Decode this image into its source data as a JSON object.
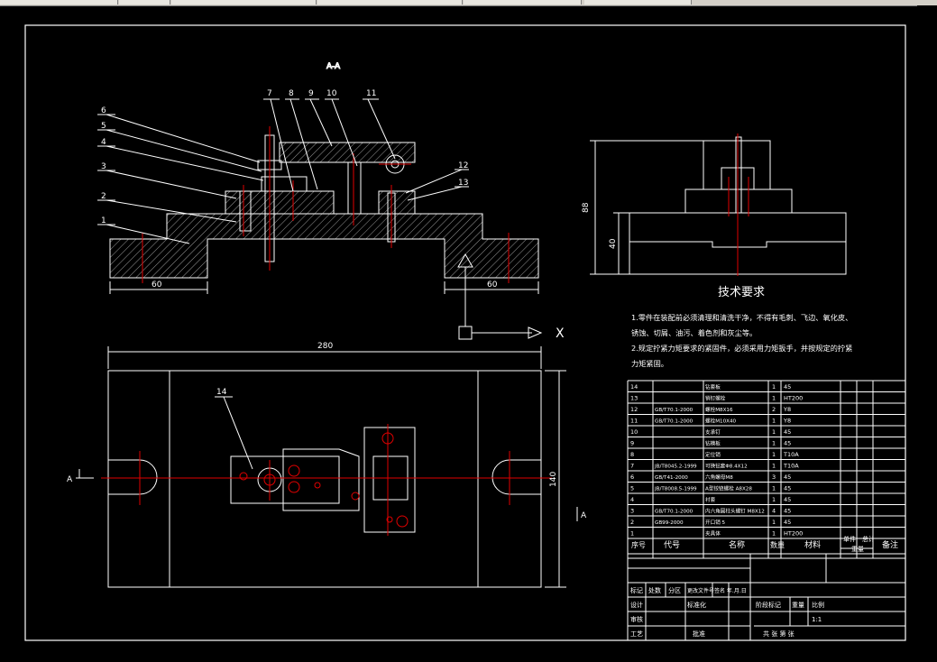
{
  "section_label": "A-A",
  "view_marker": "A",
  "axis_x": "X",
  "balloons": [
    "6",
    "5",
    "4",
    "3",
    "2",
    "1",
    "7",
    "8",
    "9",
    "10",
    "11",
    "12",
    "13",
    "14"
  ],
  "dims": {
    "left_60": "60",
    "right_60": "60",
    "height_88": "88",
    "height_40": "40",
    "width_280": "280",
    "height_140": "140"
  },
  "tech": {
    "title": "技术要求",
    "line1": "1.零件在装配前必须清理和清洗干净，不得有毛刺、飞边、氧化皮、",
    "line2": "锈蚀、切屑、油污、着色剂和灰尘等。",
    "line3": "2.规定拧紧力矩要求的紧固件，必须采用力矩扳手，并按规定的拧紧",
    "line4": "力矩紧固。"
  },
  "bom": {
    "header": {
      "seq": "序号",
      "code": "代号",
      "name": "名称",
      "qty": "数量",
      "material": "材料",
      "unit_w": "单件",
      "total_w": "总计",
      "weight": "重量",
      "remark": "备注"
    },
    "rows": [
      {
        "seq": "14",
        "code": "",
        "name": "钻套板",
        "qty": "1",
        "mat": "45"
      },
      {
        "seq": "13",
        "code": "",
        "name": "销钉螺栓",
        "qty": "1",
        "mat": "HT200"
      },
      {
        "seq": "12",
        "code": "GB/T70.1-2000",
        "name": "螺栓M8X16",
        "qty": "2",
        "mat": "Y8"
      },
      {
        "seq": "11",
        "code": "GB/T70.1-2000",
        "name": "螺栓M10X40",
        "qty": "1",
        "mat": "Y8"
      },
      {
        "seq": "10",
        "code": "",
        "name": "支承钉",
        "qty": "1",
        "mat": "45"
      },
      {
        "seq": "9",
        "code": "",
        "name": "钻模板",
        "qty": "1",
        "mat": "45"
      },
      {
        "seq": "8",
        "code": "",
        "name": "定位销",
        "qty": "1",
        "mat": "T10A"
      },
      {
        "seq": "7",
        "code": "JB/T8045.2-1999",
        "name": "可换钻套Φ8.4X12",
        "qty": "1",
        "mat": "T10A"
      },
      {
        "seq": "6",
        "code": "GB/T41-2000",
        "name": "六角螺母M8",
        "qty": "3",
        "mat": "45"
      },
      {
        "seq": "5",
        "code": "JB/T8008.5-1999",
        "name": "A型铰链螺栓 A8X28",
        "qty": "1",
        "mat": "45"
      },
      {
        "seq": "4",
        "code": "",
        "name": "衬套",
        "qty": "1",
        "mat": "45"
      },
      {
        "seq": "3",
        "code": "GB/T70.1-2000",
        "name": "内六角圆柱头螺钉 M8X12",
        "qty": "4",
        "mat": "45"
      },
      {
        "seq": "2",
        "code": "GB99-2000",
        "name": "开口销 5",
        "qty": "1",
        "mat": "45"
      },
      {
        "seq": "1",
        "code": "",
        "name": "夹具体",
        "qty": "1",
        "mat": "HT200"
      }
    ]
  },
  "title_block": {
    "mark": "标记",
    "count": "处数",
    "zone": "分区",
    "change_doc": "更改文件号",
    "sign_date": "签名 年.月.日",
    "design": "设计",
    "standardize": "标准化",
    "review": "审核",
    "process": "工艺",
    "approve": "批准",
    "stage_mark": "阶段标记",
    "weight": "重量",
    "scale": "比例",
    "scale_value": "1:1",
    "sheets": "共  张  第  张"
  }
}
